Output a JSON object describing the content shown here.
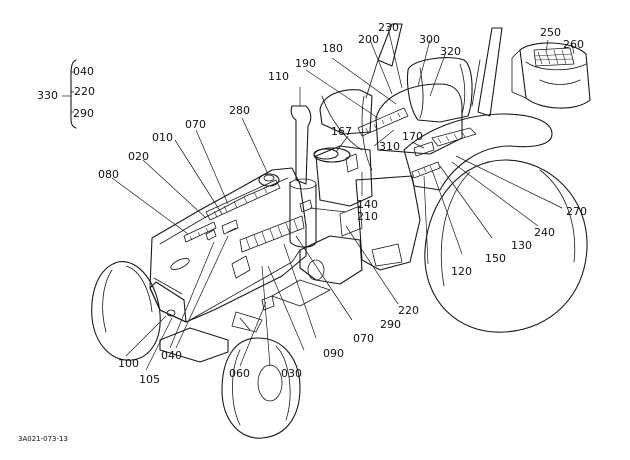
{
  "labels": {
    "p010": "010",
    "p020": "020",
    "p030": "030",
    "p040": "040",
    "p060": "060",
    "p070": "070",
    "p080": "080",
    "p090": "090",
    "p100": "100",
    "p105": "105",
    "p110": "110",
    "p120": "120",
    "p130": "130",
    "p140": "140",
    "p150": "150",
    "p167": "167",
    "p170": "170",
    "p180": "180",
    "p190": "190",
    "p200": "200",
    "p210": "210",
    "p220": "220",
    "p230": "230",
    "p240": "240",
    "p250": "250",
    "p260": "260",
    "p270": "270",
    "p280": "280",
    "p290": "290",
    "p300": "300",
    "p310": "310",
    "p320": "320",
    "p330": "330"
  },
  "group_330": {
    "top": "040",
    "mid": "220",
    "bottom": "290"
  },
  "drawing_code": "3A021-073-13"
}
